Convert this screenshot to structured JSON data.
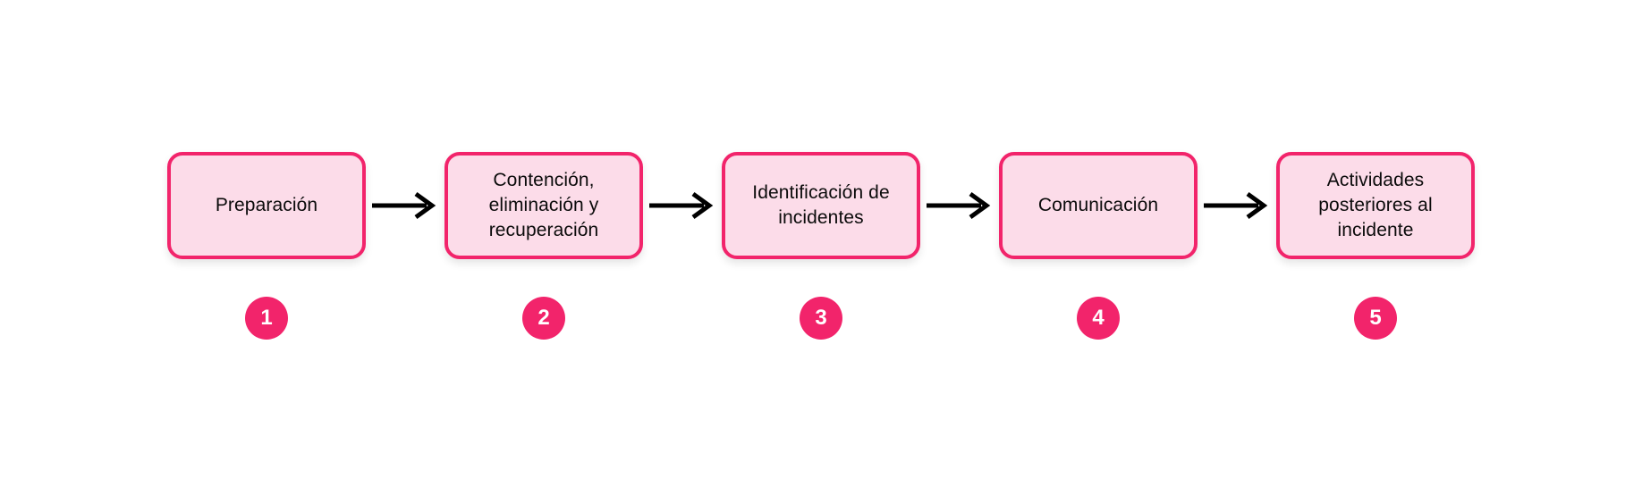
{
  "diagram": {
    "title": "",
    "orientation": "horizontal",
    "colors": {
      "box_fill": "#FCDCE9",
      "box_border": "#F2246B",
      "badge_fill": "#F2246B",
      "badge_text": "#FFFFFF",
      "arrow": "#000000",
      "text": "#0B0B0B",
      "background": "#FFFFFF"
    },
    "steps": [
      {
        "number": "1",
        "label": "Preparación"
      },
      {
        "number": "2",
        "label": "Contención,\neliminación y\nrecuperación"
      },
      {
        "number": "3",
        "label": "Identificación de\nincidentes"
      },
      {
        "number": "4",
        "label": "Comunicación"
      },
      {
        "number": "5",
        "label": "Actividades\nposteriores al\nincidente"
      }
    ],
    "connectors": [
      {
        "from": "1",
        "to": "2",
        "icon": "arrow-right-icon"
      },
      {
        "from": "2",
        "to": "3",
        "icon": "arrow-right-icon"
      },
      {
        "from": "3",
        "to": "4",
        "icon": "arrow-right-icon"
      },
      {
        "from": "4",
        "to": "5",
        "icon": "arrow-right-icon"
      }
    ]
  }
}
